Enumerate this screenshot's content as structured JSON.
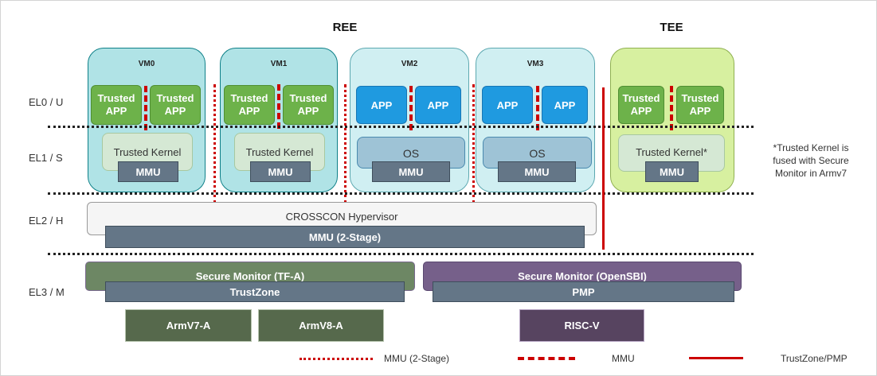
{
  "headings": {
    "ree": "REE",
    "tee": "TEE"
  },
  "levels": [
    "EL0 / U",
    "EL1 / S",
    "EL2 / H",
    "EL3 / M"
  ],
  "vms": [
    {
      "name": "VM0",
      "apps": [
        "Trusted\nAPP",
        "Trusted\nAPP"
      ],
      "kernel": "Trusted Kernel",
      "mmu": "MMU",
      "type": "trusted"
    },
    {
      "name": "VM1",
      "apps": [
        "Trusted\nAPP",
        "Trusted\nAPP"
      ],
      "kernel": "Trusted Kernel",
      "mmu": "MMU",
      "type": "trusted"
    },
    {
      "name": "VM2",
      "apps": [
        "APP",
        "APP"
      ],
      "kernel": "OS",
      "mmu": "MMU",
      "type": "regular"
    },
    {
      "name": "VM3",
      "apps": [
        "APP",
        "APP"
      ],
      "kernel": "OS",
      "mmu": "MMU",
      "type": "regular"
    }
  ],
  "tee": {
    "apps": [
      "Trusted\nAPP",
      "Trusted\nAPP"
    ],
    "kernel": "Trusted Kernel*",
    "mmu": "MMU"
  },
  "footnote": "*Trusted Kernel is\nfused with Secure\nMonitor in Armv7",
  "hypervisor": {
    "label": "CROSSCON Hypervisor",
    "mmu": "MMU (2-Stage)"
  },
  "arm": {
    "monitor": "Secure Monitor (TF-A)",
    "isolation": "TrustZone",
    "archs": [
      "ArmV7-A",
      "ArmV8-A"
    ]
  },
  "riscv": {
    "monitor": "Secure Monitor (OpenSBI)",
    "isolation": "PMP",
    "arch": "RISC-V"
  },
  "legend": [
    {
      "style": "dotted",
      "label": "MMU (2-Stage)"
    },
    {
      "style": "dashed",
      "label": "MMU"
    },
    {
      "style": "solid",
      "label": "TrustZone/PMP"
    }
  ],
  "colors": {
    "trusted_vm_bg": "#b0e3e6",
    "regular_vm_bg": "#d0eff2",
    "tee_bg": "#d7f0a0",
    "trusted_app": "#6db24a",
    "app": "#1f9ae0",
    "mmu": "#647687",
    "arm_monitor": "#6d8764",
    "arm_arch": "#56694c",
    "riscv_monitor": "#76608a",
    "riscv_arch": "#574460",
    "isolation_red": "#cc0000"
  }
}
